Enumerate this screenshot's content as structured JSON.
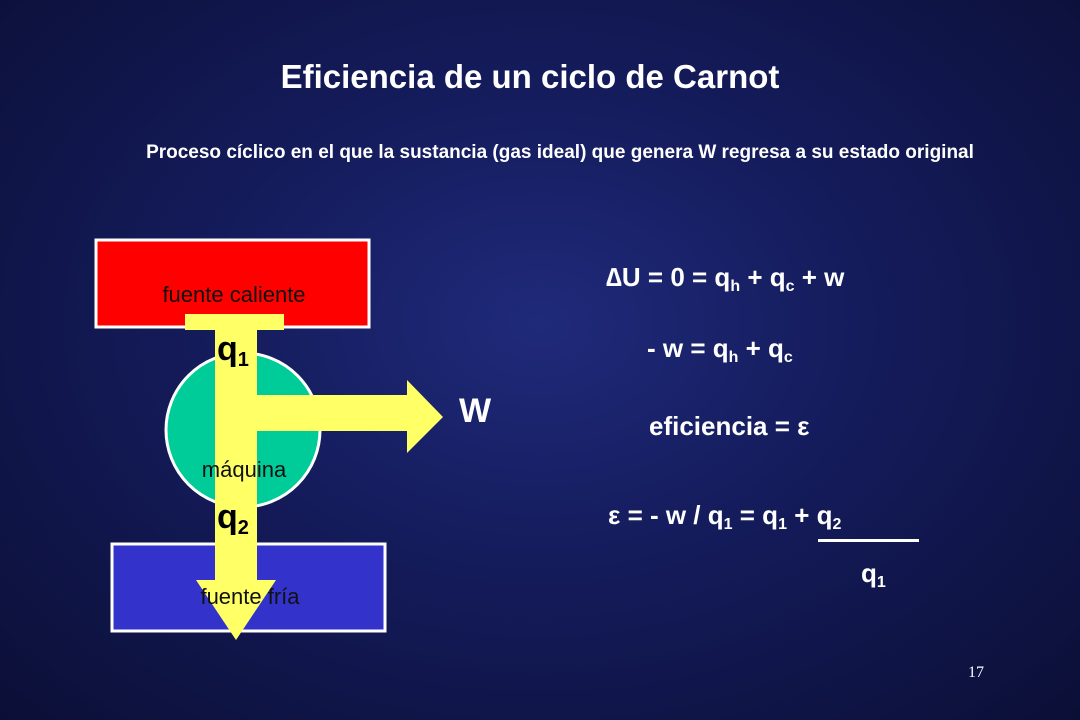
{
  "title": "Eficiencia de un ciclo de Carnot",
  "subtitle": "Proceso cíclico en el que la sustancia (gas ideal) que genera W regresa a su estado original",
  "diagram": {
    "hot_source_label": "fuente caliente",
    "engine_label": "máquina",
    "cold_source_label": "fuente fría",
    "q1": {
      "base": "q",
      "sub": "1"
    },
    "q2": {
      "base": "q",
      "sub": "2"
    },
    "work_label": "W",
    "colors": {
      "hot": "#ff0000",
      "engine": "#00cc99",
      "cold": "#3333cc",
      "arrow": "#ffff66"
    }
  },
  "equations": {
    "eq1": {
      "delta": "∆",
      "a": "U = 0 = q",
      "s1": "h",
      "b": " + q",
      "s2": "c",
      "c": " + w"
    },
    "eq2": {
      "a": "- w = q",
      "s1": "h",
      "b": " + q",
      "s2": "c"
    },
    "eq3": {
      "a": "eficiencia = ",
      "eps": "ε"
    },
    "eq4": {
      "eps": "ε",
      "a": " = - w / q",
      "s1": "1",
      "b": " = q",
      "s2": "1",
      "c": " + q",
      "s3": "2"
    },
    "eq5": {
      "a": "q",
      "s1": "1"
    }
  },
  "slide_number": "17"
}
